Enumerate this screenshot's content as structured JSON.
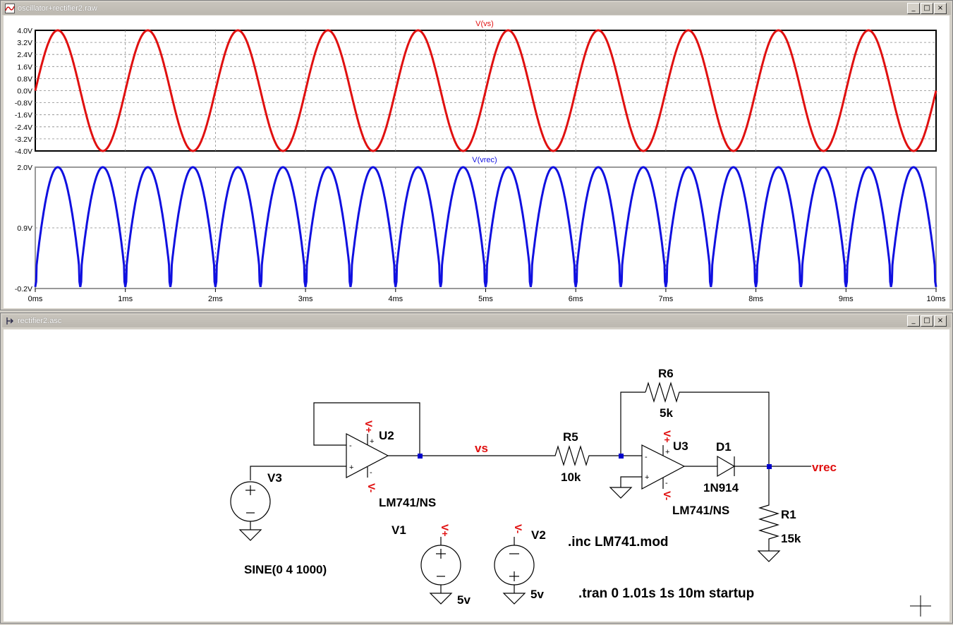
{
  "plot_window": {
    "title": "oscillator+rectifier2.raw",
    "buttons": [
      "_",
      "□",
      "×"
    ]
  },
  "schematic_window": {
    "title": "rectifier2.asc",
    "buttons": [
      "_",
      "□",
      "×"
    ]
  },
  "chart_data": [
    {
      "type": "line",
      "title": "V(vs)",
      "series": [
        {
          "name": "V(vs)",
          "color": "#e01010",
          "function": "4*sin(2*pi*1000*t)",
          "amplitude": 4.0,
          "frequency_hz": 1000
        }
      ],
      "yticks": [
        "4.0V",
        "3.2V",
        "2.4V",
        "1.6V",
        "0.8V",
        "0.0V",
        "-0.8V",
        "-1.6V",
        "-2.4V",
        "-3.2V",
        "-4.0V"
      ],
      "ylim": [
        -4.0,
        4.0
      ],
      "xlim_ms": [
        0,
        10
      ],
      "grid": true
    },
    {
      "type": "line",
      "title": "V(vrec)",
      "series": [
        {
          "name": "V(vrec)",
          "color": "#1010e0",
          "shape": "full-wave rectified",
          "peak": 2.0,
          "trough_min": -0.2,
          "frequency_hz": 2000
        }
      ],
      "yticks": [
        "2.0V",
        "0.9V",
        "-0.2V"
      ],
      "ylim": [
        -0.2,
        2.0
      ],
      "xticks": [
        "0ms",
        "1ms",
        "2ms",
        "3ms",
        "4ms",
        "5ms",
        "6ms",
        "7ms",
        "8ms",
        "9ms",
        "10ms"
      ],
      "xlim_ms": [
        0,
        10
      ],
      "grid": true
    }
  ],
  "schematic": {
    "labels": {
      "U2": "U2",
      "U3": "U3",
      "V1": "V1",
      "V2": "V2",
      "V3": "V3",
      "R5": "R5",
      "R5_val": "10k",
      "R6": "R6",
      "R6_val": "5k",
      "R1": "R1",
      "R1_val": "15k",
      "D1": "D1",
      "D1_val": "1N914",
      "U2_model": "LM741/NS",
      "U3_model": "LM741/NS",
      "V1_val": "5v",
      "V2_val": "5v",
      "V3_val": "SINE(0 4 1000)",
      "net_vs": "vs",
      "net_vrec": "vrec",
      "inc": ".inc LM741.mod",
      "tran": ".tran 0 1.01s 1s 10m startup",
      "v_plus": "V+",
      "v_minus": "V-",
      "pin_plus": "+",
      "pin_minus": "-"
    }
  }
}
